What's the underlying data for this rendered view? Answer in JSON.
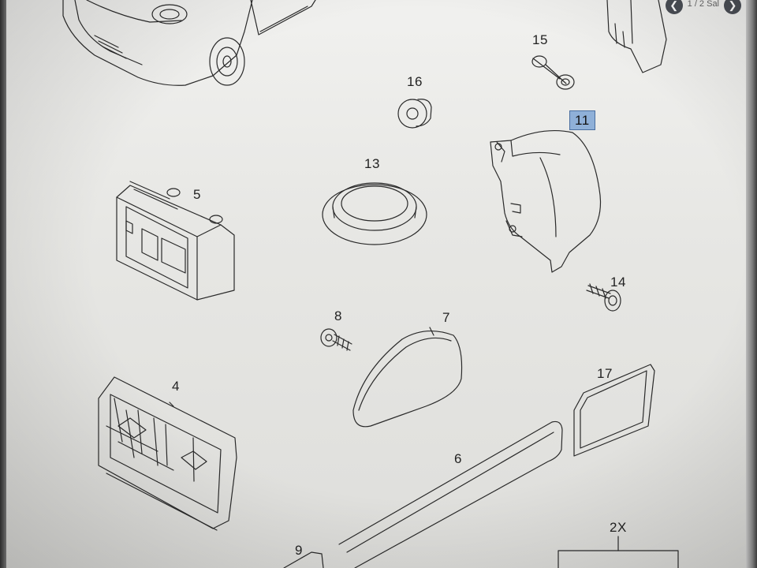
{
  "viewer": {
    "page_label": "1 / 2 Sal",
    "prev_icon": "chevron-left-icon",
    "next_icon": "chevron-right-icon"
  },
  "parts": [
    {
      "id": "16",
      "label": "16"
    },
    {
      "id": "15",
      "label": "15"
    },
    {
      "id": "11",
      "label": "11",
      "highlighted": true
    },
    {
      "id": "13",
      "label": "13"
    },
    {
      "id": "5",
      "label": "5"
    },
    {
      "id": "14",
      "label": "14"
    },
    {
      "id": "8",
      "label": "8"
    },
    {
      "id": "7",
      "label": "7"
    },
    {
      "id": "4",
      "label": "4"
    },
    {
      "id": "17",
      "label": "17"
    },
    {
      "id": "6",
      "label": "6"
    },
    {
      "id": "9",
      "label": "9"
    },
    {
      "id": "2X",
      "label": "2X"
    }
  ],
  "colors": {
    "highlight": "#8fb0d8",
    "line": "#2a2a2a"
  }
}
